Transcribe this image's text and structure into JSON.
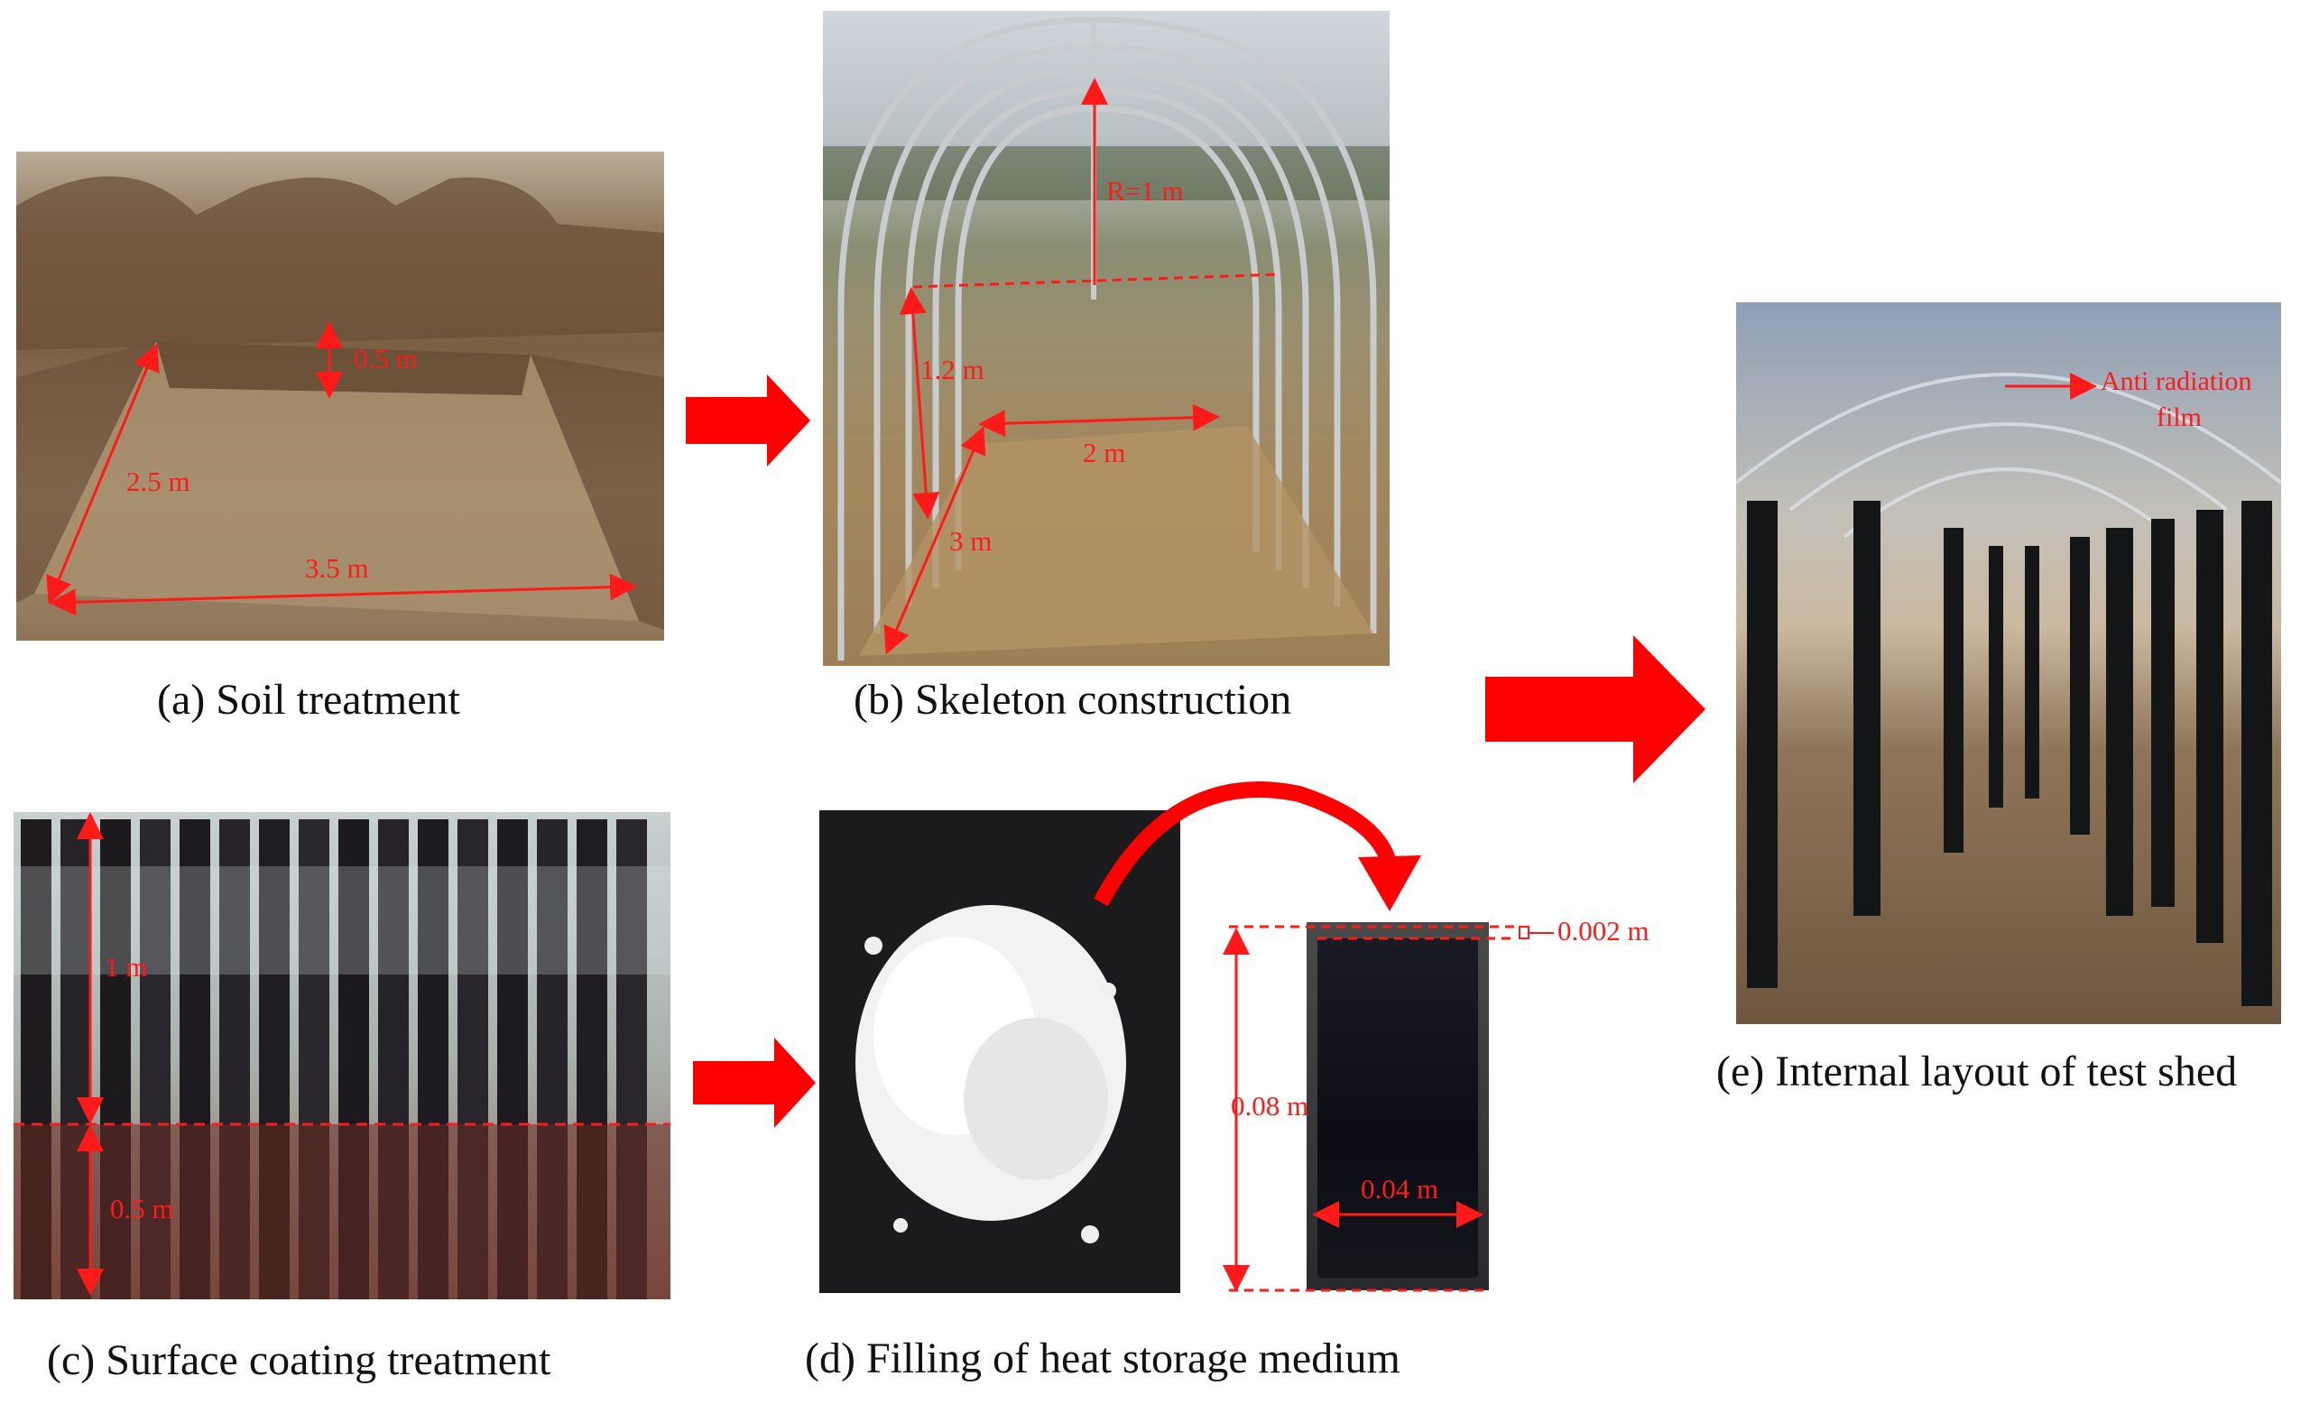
{
  "captions": {
    "a": "(a) Soil treatment",
    "b": "(b) Skeleton construction",
    "c": "(c) Surface coating treatment",
    "d": "(d) Filling of heat storage medium",
    "e": "(e) Internal layout of test shed"
  },
  "labels": {
    "a_depth": "0.5 m",
    "a_width": "2.5 m",
    "a_length": "3.5 m",
    "b_radius": "R=1 m",
    "b_height": "1.2 m",
    "b_width": "2 m",
    "b_length": "3 m",
    "c_upper": "1 m",
    "c_lower": "0.5 m",
    "d_height": "0.08 m",
    "d_width": "0.04 m",
    "d_gap": "0.002 m",
    "e_film_line1": "Anti radiation",
    "e_film_line2": "film"
  },
  "colors": {
    "annotation": "#ff1a1a",
    "flow_arrow": "#ff0000"
  }
}
